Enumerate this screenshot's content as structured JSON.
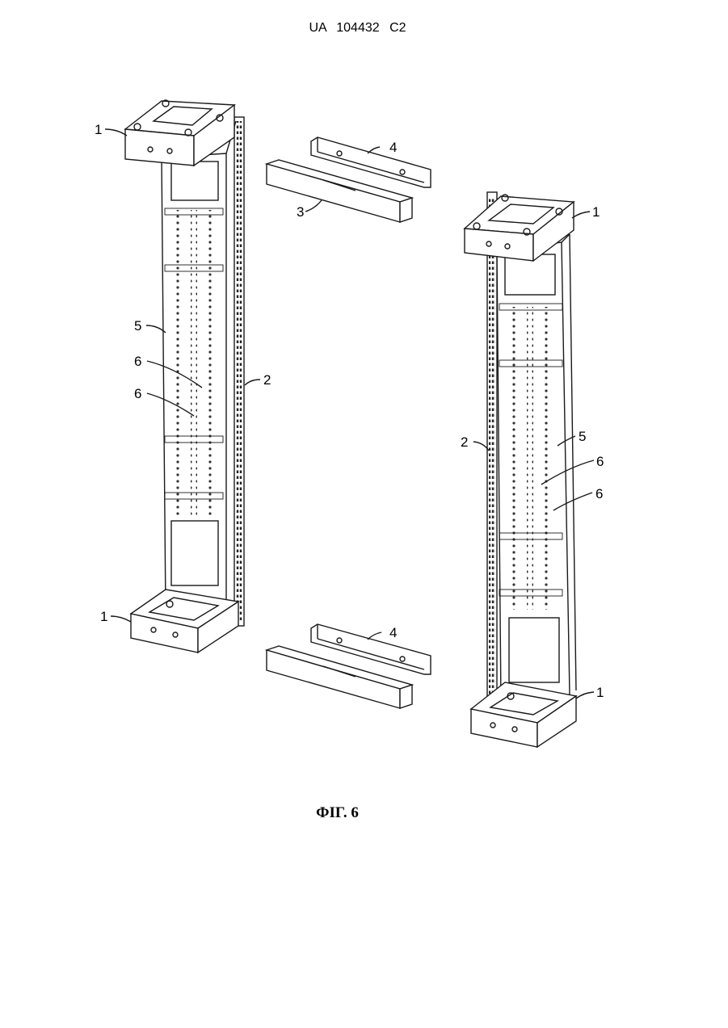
{
  "header": {
    "document_id": "UA   104432   C2"
  },
  "caption": {
    "figure": "ФІГ. 6"
  },
  "labels": {
    "base": "1",
    "rail": "2",
    "crossbar": "3",
    "bracket": "4",
    "panel": "5",
    "perforation": "6"
  }
}
